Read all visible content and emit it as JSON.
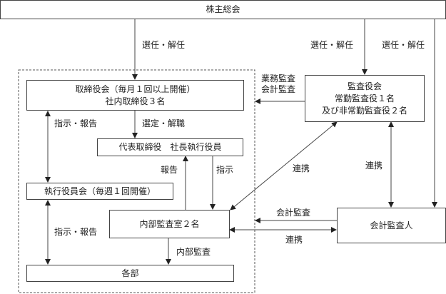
{
  "nodes": {
    "shareholders_meeting": "株主総会",
    "board_of_directors": [
      "取締役会（毎月１回以上開催）",
      "社内取締役３名"
    ],
    "representative_director": "代表取締役　社長執行役員",
    "executive_committee": "執行役員会（毎週１回開催）",
    "internal_audit_office": "内部監査室２名",
    "departments": "各部",
    "audit_board": [
      "監査役会",
      "常勤監査役１名",
      "及び非常勤監査役２名"
    ],
    "accounting_auditor": "会計監査人"
  },
  "edge_labels": {
    "elect_dismiss_board": "選任・解任",
    "elect_dismiss_audit": "選任・解任",
    "elect_dismiss_auditor": "選任・解任",
    "business_accounting_audit": [
      "業務監査",
      "会計監査"
    ],
    "instruct_report_upper": "指示・報告",
    "select_dismiss": "選定・解職",
    "report": "報告",
    "instruct": "指示",
    "cooperation_diagonal": "連携",
    "cooperation_vertical": "連携",
    "accounting_audit": "会計監査",
    "cooperation_horizontal": "連携",
    "instruct_report_lower": "指示・報告",
    "internal_audit": "内部監査"
  }
}
